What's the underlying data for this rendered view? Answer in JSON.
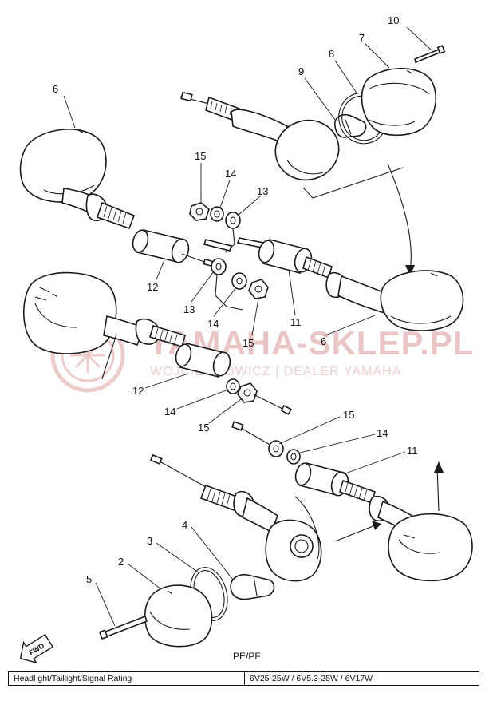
{
  "watermark": {
    "title": "YAMAHA-SKLEP.PL",
    "subtitle": "WOJCIECHOWICZ | DEALER YAMAHA"
  },
  "callouts": {
    "p2": "2",
    "p3": "3",
    "p4": "4",
    "p5": "5",
    "p6a": "6",
    "p6b": "6",
    "p7": "7",
    "p8": "8",
    "p9": "9",
    "p10": "10",
    "p11a": "11",
    "p11b": "11",
    "p12a": "12",
    "p12b": "12",
    "p13a": "13",
    "p13b": "13",
    "p14a": "14",
    "p14b": "14",
    "p14c": "14",
    "p14d": "14",
    "p15a": "15",
    "p15b": "15",
    "p15c": "15",
    "p15d": "15"
  },
  "fwd_label": "FWD",
  "model_code": "PE/PF",
  "rating": {
    "label": "Headl ght/Taillight/Signal Rating",
    "value": "6V25-25W / 6V5.3-25W / 6V17W"
  }
}
